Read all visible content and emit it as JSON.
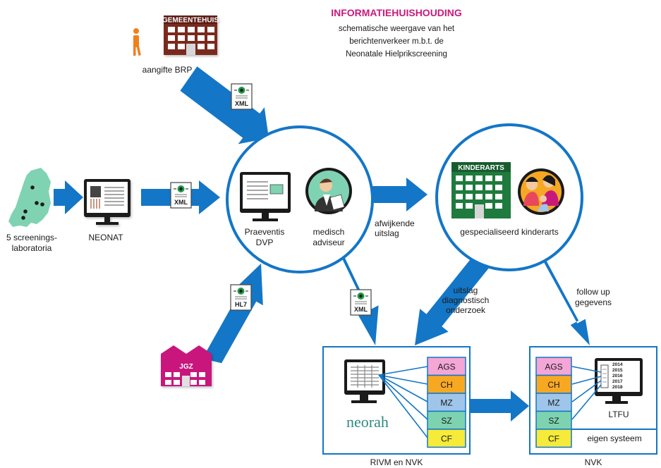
{
  "header": {
    "title": "INFORMATIEHUISHOUDING",
    "subtitle_lines": [
      "schematische weergave van het",
      "berichtenverkeer m.b.t. de",
      "Neonatale Hielprikscreening"
    ]
  },
  "colors": {
    "arrow": "#1476c6",
    "municipality": "#7a2c1f",
    "jgz": "#c8197b",
    "kinderarts": "#1f7a3d",
    "map": "#7fd3b2",
    "person": "#f07f1c",
    "title": "#c8197b"
  },
  "icons": {
    "person": "walking-person-icon",
    "message": "globe-envelope-icon"
  },
  "nodes": {
    "gemeentehuis": {
      "sign": "GEMEENTEHUIS",
      "label": "aangifte BRP"
    },
    "labs": {
      "label_lines": [
        "5 screenings-",
        "laboratoria"
      ]
    },
    "neonat": {
      "label": "NEONAT"
    },
    "praeventis": {
      "label_lines": [
        "Praeventis",
        "DVP"
      ]
    },
    "medisch": {
      "label_lines": [
        "medisch",
        "adviseur"
      ]
    },
    "jgz": {
      "sign": "JGZ"
    },
    "kinderarts": {
      "sign": "KINDERARTS",
      "label": "gespecialiseerd kinderarts"
    },
    "rivm": {
      "label": "RIVM en NVK",
      "logo": "neorah"
    },
    "nvk": {
      "label": "NVK",
      "system": "LTFU",
      "own": "eigen systeem",
      "years": [
        "2014",
        "2015",
        "2016",
        "2017",
        "2018"
      ]
    }
  },
  "messages": {
    "gemeente": "XML",
    "neonat": "XML",
    "jgz": "HL7",
    "rivm": "XML"
  },
  "flows": {
    "afwijkend": [
      "afwijkende",
      "uitslag"
    ],
    "diagnostisch": [
      "uitslag",
      "diagnostisch",
      "onderzoek"
    ],
    "followup": [
      "follow up",
      "gegevens"
    ]
  },
  "diseases": [
    {
      "code": "AGS",
      "color": "#f4a6d7"
    },
    {
      "code": "CH",
      "color": "#f7a823"
    },
    {
      "code": "MZ",
      "color": "#9fc6ea"
    },
    {
      "code": "SZ",
      "color": "#7dd3b0"
    },
    {
      "code": "CF",
      "color": "#f6ea3a"
    }
  ]
}
